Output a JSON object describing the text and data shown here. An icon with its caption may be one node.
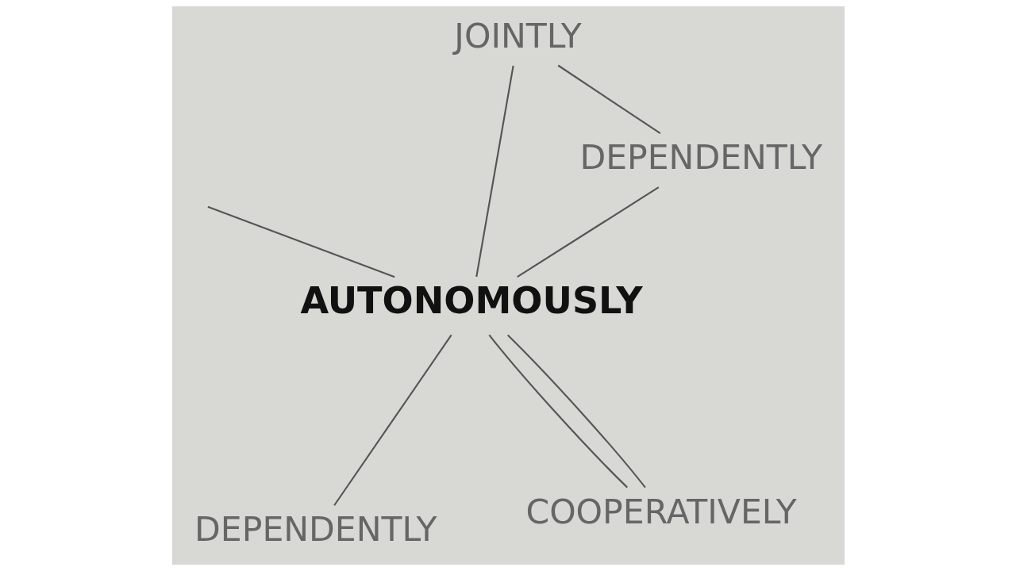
{
  "diagram": {
    "nodes": [
      {
        "text": [
          "DEPENDENTLY"
        ]
      },
      {
        "text": [
          "COOPERATIVELY"
        ]
      },
      {
        "text": [
          "AUTONOMOUSLY"
        ]
      },
      {
        "text": [
          "JOINTLY"
        ]
      },
      {
        "text": [
          "DEPENDENTLY"
        ]
      }
    ],
    "edges": [
      {
        "from": 2,
        "to": 0,
        "arrow": "none"
      },
      {
        "from": 1,
        "to": 2,
        "arrow": "none"
      },
      {
        "from": 1,
        "to": 2,
        "arrow": "none"
      },
      {
        "from": 2,
        "to": 3,
        "arrow": "none"
      },
      {
        "from": 2,
        "to": null,
        "arrow": "none"
      },
      {
        "from": 2,
        "to": 4,
        "arrow": "none"
      },
      {
        "from": 3,
        "to": 4,
        "arrow": "none"
      }
    ]
  }
}
